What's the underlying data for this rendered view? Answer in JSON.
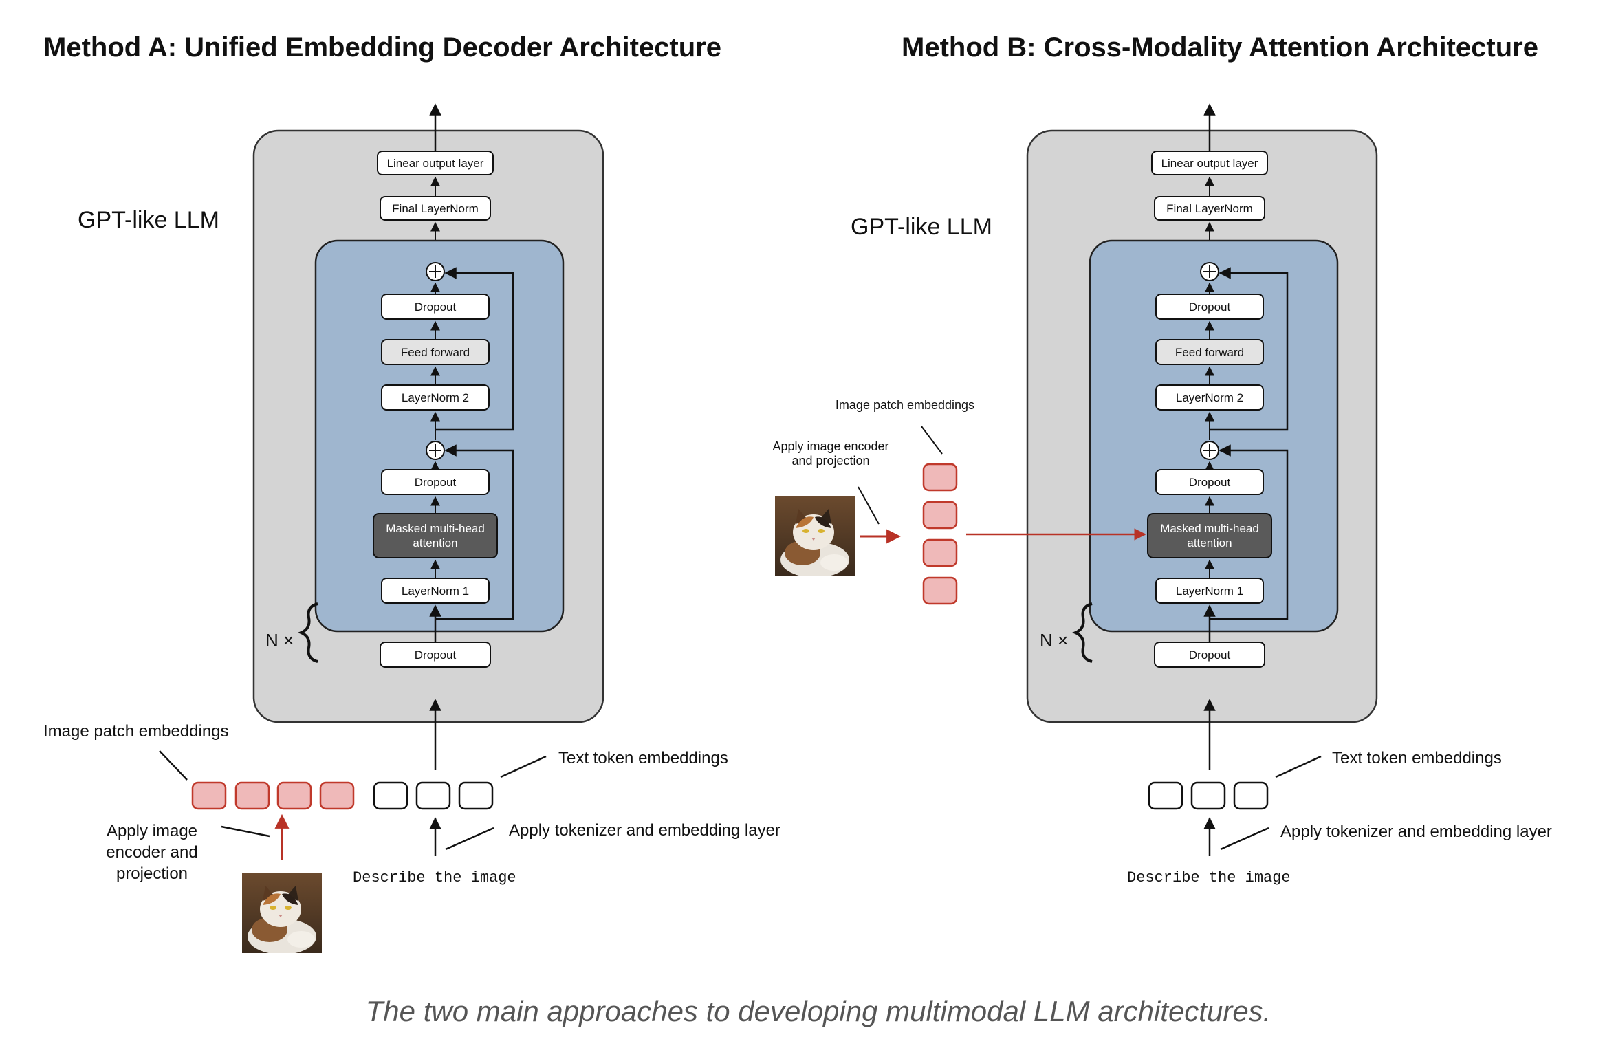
{
  "caption": "The two main approaches to developing multimodal LLM architectures.",
  "method_a": {
    "title": "Method A: Unified Embedding Decoder Architecture",
    "llm_label": "GPT-like LLM",
    "repeat_label": "N ×",
    "layers": {
      "linear_output": "Linear output layer",
      "final_layernorm": "Final LayerNorm",
      "dropout_top": "Dropout",
      "feed_forward": "Feed forward",
      "layernorm2": "LayerNorm 2",
      "dropout_mid": "Dropout",
      "attention_line1": "Masked multi-head",
      "attention_line2": "attention",
      "layernorm1": "LayerNorm 1",
      "dropout_bottom": "Dropout"
    },
    "image_patch_label": "Image patch embeddings",
    "text_token_label": "Text token embeddings",
    "encoder_label_line1": "Apply image",
    "encoder_label_line2": "encoder and",
    "encoder_label_line3": "projection",
    "tokenizer_label": "Apply tokenizer and embedding layer",
    "prompt_text": "Describe the image"
  },
  "method_b": {
    "title": "Method B: Cross-Modality Attention Architecture",
    "llm_label": "GPT-like LLM",
    "repeat_label": "N ×",
    "layers": {
      "linear_output": "Linear output layer",
      "final_layernorm": "Final LayerNorm",
      "dropout_top": "Dropout",
      "feed_forward": "Feed forward",
      "layernorm2": "LayerNorm 2",
      "dropout_mid": "Dropout",
      "attention_line1": "Masked multi-head",
      "attention_line2": "attention",
      "layernorm1": "LayerNorm 1",
      "dropout_bottom": "Dropout"
    },
    "image_patch_label": "Image patch embeddings",
    "encoder_label_line1": "Apply image encoder",
    "encoder_label_line2": "and projection",
    "text_token_label": "Text token embeddings",
    "tokenizer_label": "Apply tokenizer and embedding layer",
    "prompt_text": "Describe the image"
  },
  "colors": {
    "outer_panel": "#d4d4d4",
    "block_panel": "#9fb6cf",
    "image_embedding_fill": "#efb9b9",
    "image_embedding_stroke": "#c0392b",
    "red_arrow": "#b83226",
    "attention_fill": "#5a5a5a",
    "feed_forward_fill": "#e3e3e3"
  }
}
